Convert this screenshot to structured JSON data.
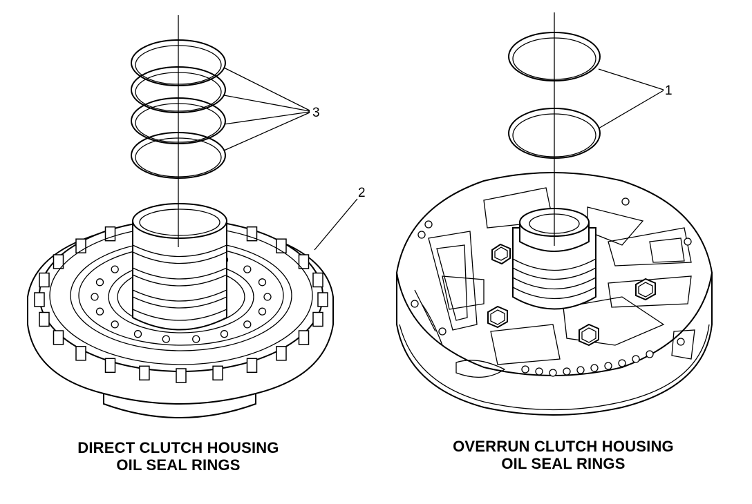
{
  "callouts": {
    "c1": "1",
    "c2": "2",
    "c3": "3"
  },
  "captions": {
    "left_line1": "DIRECT CLUTCH HOUSING",
    "left_line2": "OIL SEAL RINGS",
    "right_line1": "OVERRUN CLUTCH HOUSING",
    "right_line2": "OIL SEAL RINGS"
  }
}
